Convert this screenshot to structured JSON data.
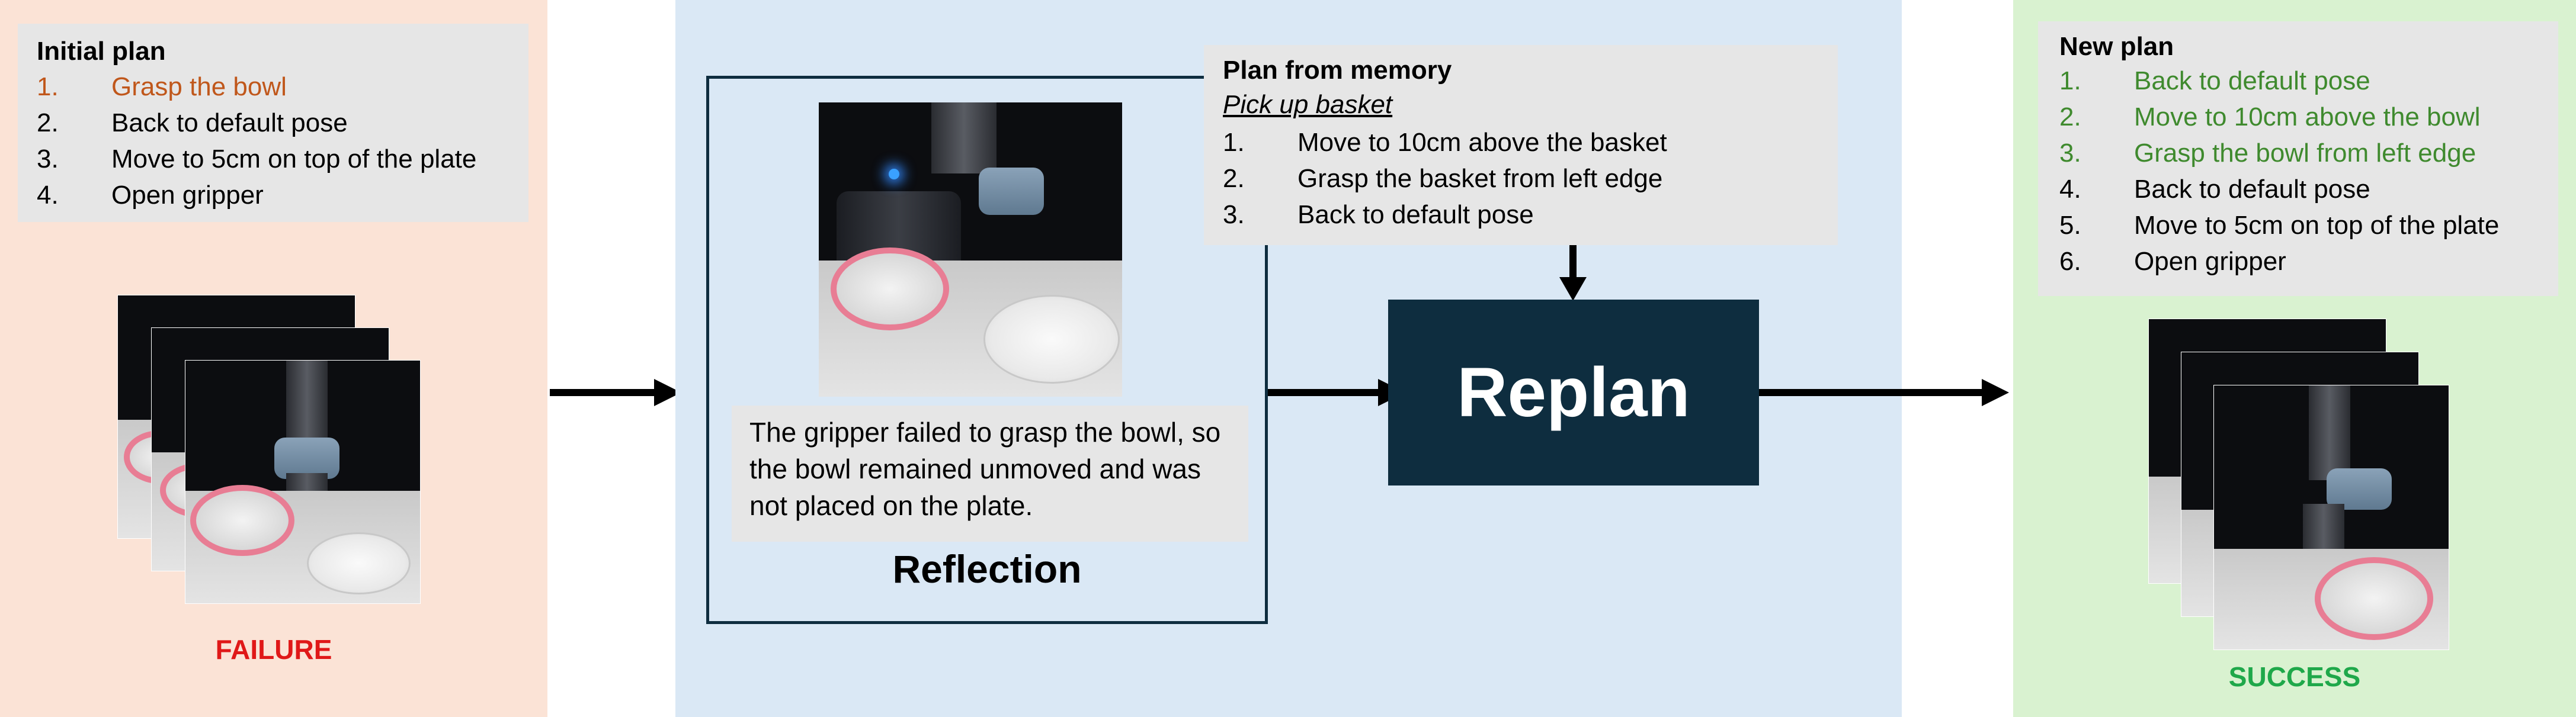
{
  "initial_plan": {
    "title": "Initial plan",
    "steps": [
      {
        "num": "1.",
        "text": "Grasp the bowl",
        "highlight": true
      },
      {
        "num": "2.",
        "text": "Back to default pose",
        "highlight": false
      },
      {
        "num": "3.",
        "text": "Move to 5cm on top of the plate",
        "highlight": false
      },
      {
        "num": "4.",
        "text": "Open gripper",
        "highlight": false
      }
    ],
    "result": "FAILURE"
  },
  "reflection": {
    "caption": "The gripper failed to grasp the bowl, so the bowl remained unmoved and was not placed on the plate.",
    "label": "Reflection"
  },
  "memory": {
    "title": "Plan from memory",
    "subtitle": "Pick up basket",
    "steps": [
      {
        "num": "1.",
        "text": "Move to 10cm above the basket"
      },
      {
        "num": "2.",
        "text": "Grasp the basket from left edge"
      },
      {
        "num": "3.",
        "text": "Back to default pose"
      }
    ]
  },
  "replan": {
    "label": "Replan"
  },
  "new_plan": {
    "title": "New plan",
    "steps": [
      {
        "num": "1.",
        "text": "Back to default pose",
        "highlight": true
      },
      {
        "num": "2.",
        "text": "Move to 10cm above the bowl",
        "highlight": true
      },
      {
        "num": "3.",
        "text": "Grasp the bowl from left edge",
        "highlight": true
      },
      {
        "num": "4.",
        "text": "Back to default pose",
        "highlight": false
      },
      {
        "num": "5.",
        "text": "Move to 5cm on top of the plate",
        "highlight": false
      },
      {
        "num": "6.",
        "text": "Open gripper",
        "highlight": false
      }
    ],
    "result": "SUCCESS"
  },
  "colors": {
    "failure_panel": "#fbe3d6",
    "reflection_panel": "#dae8f5",
    "success_panel": "#d9f2d0",
    "failure_text": "#e01818",
    "success_text": "#1fa84a",
    "initial_highlight": "#c0571b",
    "new_highlight": "#3f8a2e",
    "replan_box": "#0e2d3f"
  }
}
